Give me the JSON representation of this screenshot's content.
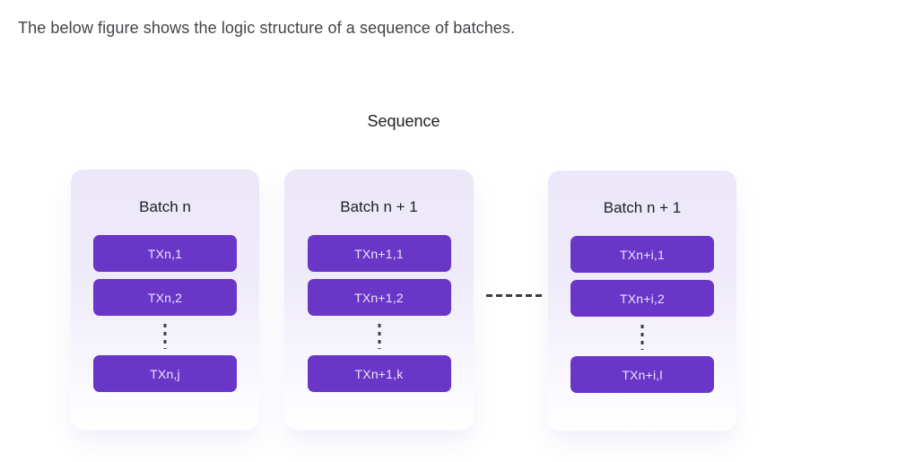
{
  "page": {
    "caption": "The below figure shows the logic structure of a sequence of batches.",
    "diagram_title": "Sequence"
  },
  "batches": [
    {
      "title": "Batch n",
      "transactions": [
        "TXn,1",
        "TXn,2",
        "TXn,j"
      ]
    },
    {
      "title": "Batch n + 1",
      "transactions": [
        "TXn+1,1",
        "TXn+1,2",
        "TXn+1,k"
      ]
    },
    {
      "title": "Batch n + 1",
      "transactions": [
        "TXn+i,1",
        "TXn+i,2",
        "TXn+i,l"
      ]
    }
  ],
  "icons": {
    "vertical_ellipsis": "dotted-vertical-line",
    "batch_connector": "dashed-horizontal-line"
  },
  "colors": {
    "tx_box": "#6a36c8",
    "tx_text": "#eae4f8",
    "card_gradient_top": "#ece8f8",
    "card_gradient_bottom": "#ffffff",
    "caption_text": "#434349",
    "title_text": "#232327",
    "connector": "#3c3c40",
    "background": "#ffffff"
  }
}
